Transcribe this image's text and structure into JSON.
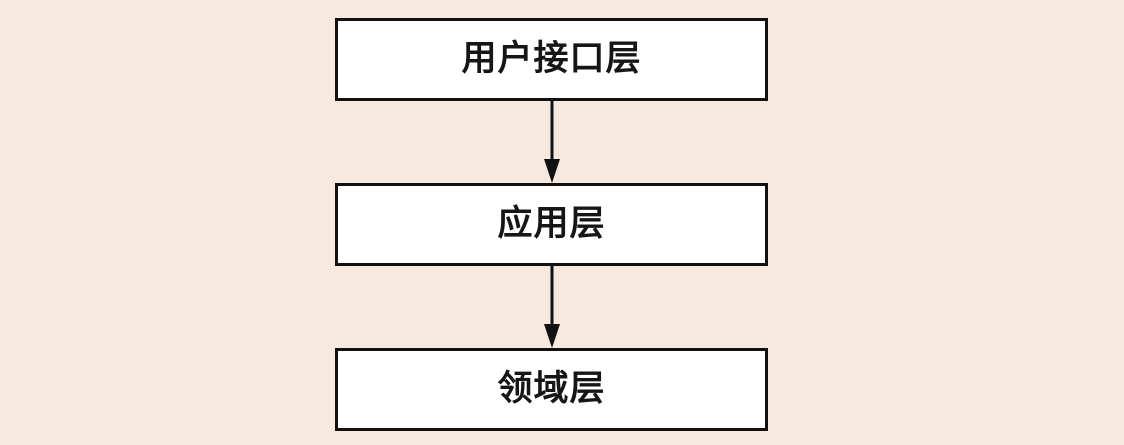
{
  "diagram": {
    "type": "layered-architecture-flow",
    "title": "",
    "background_color": "#f7e9de",
    "box_fill_color": "#ffffff",
    "box_border_color": "#111111",
    "text_color": "#161616",
    "arrow_color": "#111111",
    "orientation": "top-to-bottom",
    "nodes": [
      {
        "id": "user-interface-layer",
        "label": "用户接口层",
        "order": 1
      },
      {
        "id": "application-layer",
        "label": "应用层",
        "order": 2
      },
      {
        "id": "domain-layer",
        "label": "领域层",
        "order": 3
      }
    ],
    "edges": [
      {
        "id": "ui-to-app",
        "from": "user-interface-layer",
        "to": "application-layer",
        "label": "",
        "arrowhead": "solid-triangle"
      },
      {
        "id": "app-to-dom",
        "from": "application-layer",
        "to": "domain-layer",
        "label": "",
        "arrowhead": "solid-triangle"
      }
    ]
  }
}
